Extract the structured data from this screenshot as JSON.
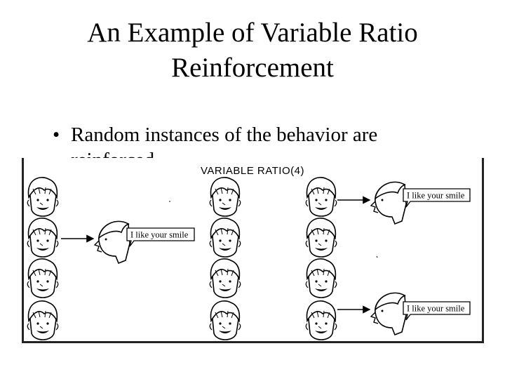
{
  "slide": {
    "title_line1": "An Example of Variable Ratio",
    "title_line2": "Reinforcement",
    "bullet_symbol": "•",
    "bullet_text": "Random instances of the behavior are reinforced"
  },
  "figure": {
    "label": "VARIABLE RATIO(4)",
    "speech": [
      "I like your smile",
      "I like your smile",
      "I like your smile"
    ]
  }
}
